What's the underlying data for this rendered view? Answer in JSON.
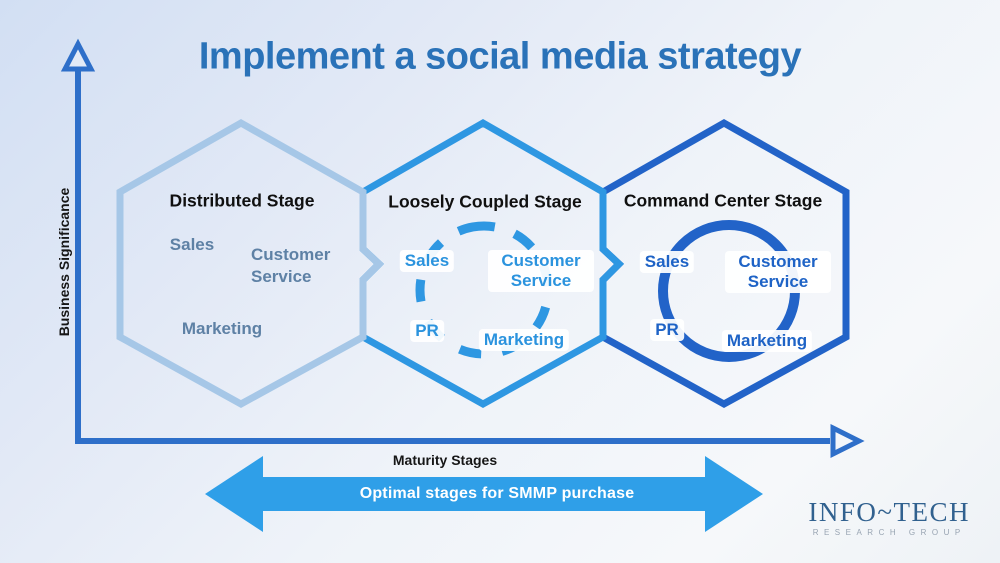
{
  "title": "Implement a social media strategy",
  "axes": {
    "y_label": "Business Significance",
    "x_label": "Maturity Stages"
  },
  "stages": [
    {
      "name": "Distributed Stage",
      "sales": "Sales",
      "customer_service": "Customer Service",
      "marketing": "Marketing"
    },
    {
      "name": "Loosely Coupled Stage",
      "sales": "Sales",
      "customer_service": "Customer Service",
      "pr": "PR",
      "marketing": "Marketing"
    },
    {
      "name": "Command Center Stage",
      "sales": "Sales",
      "customer_service": "Customer Service",
      "pr": "PR",
      "marketing": "Marketing"
    }
  ],
  "purchase_arrow": {
    "label": "Optimal stages for SMMP purchase"
  },
  "logo": {
    "name": "INFO~TECH",
    "subtitle": "RESEARCH GROUP"
  },
  "colors": {
    "title_blue": "#2a72b8",
    "axis_blue": "#2e6fc9",
    "stage1_hex": "#a6c7e7",
    "stage1_text": "#5e81a5",
    "stage2_hex": "#2e97e2",
    "stage2_text": "#2b93de",
    "stage3_hex": "#2263c8",
    "stage3_text": "#1e63c6",
    "arrow_fill": "#2f9fe8",
    "heading_text": "#101010",
    "logo_navy": "#31618f"
  }
}
